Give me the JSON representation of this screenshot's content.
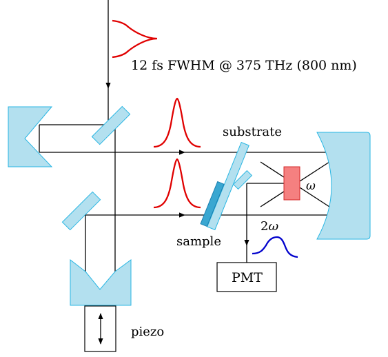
{
  "labels": {
    "pulse": "12 fs FWHM @ 375 THz (800 nm)",
    "substrate": "substrate",
    "sample": "sample",
    "omega": "ω",
    "two_omega_num": "2",
    "two_omega_sym": "ω",
    "pmt": "PMT",
    "piezo": "piezo"
  },
  "colors": {
    "optic_fill": "#b3e0ef",
    "optic_stroke": "#29b6e3",
    "sample_fill": "#3aa7d1",
    "crystal_fill": "#f58080",
    "crystal_stroke": "#d42a2a",
    "pulse_red": "#e00000",
    "pulse_blue": "#0000cc",
    "beam": "#000000"
  },
  "icons": {
    "piezo_arrow": "double-arrow-vertical-icon"
  }
}
